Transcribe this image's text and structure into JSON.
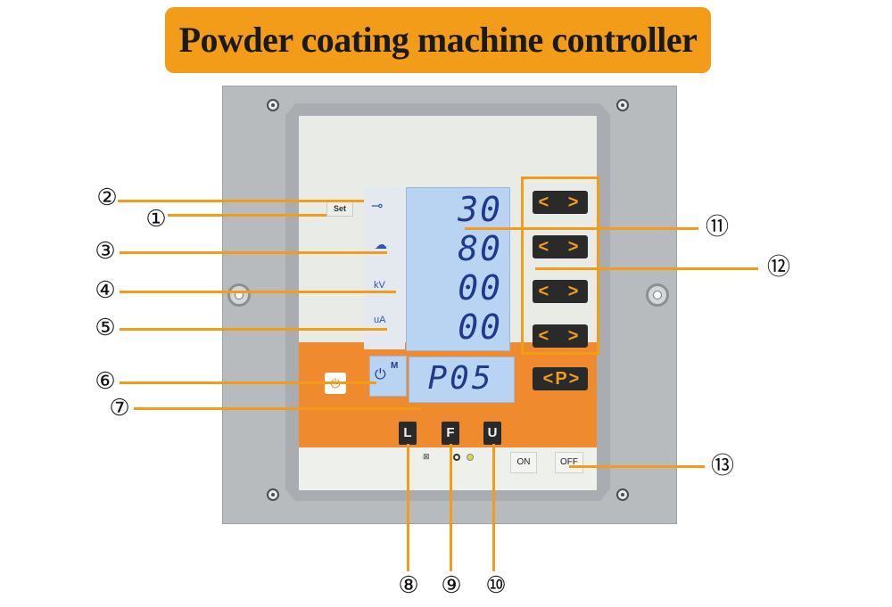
{
  "title": "Powder coating  machine controller",
  "panel": {
    "set_button": "Set",
    "kv_label": "kV",
    "ua_label": "uA",
    "m_label": "M",
    "lcd_rows": [
      "30",
      "80",
      "00",
      "00"
    ],
    "lcd_mode": "P05",
    "p_button": "<P>",
    "adjust_buttons": [
      "< >",
      "< >",
      "< >",
      "< >"
    ],
    "mode_buttons": [
      "L",
      "F",
      "U"
    ],
    "on_button": "ON",
    "off_button": "OFF"
  },
  "callouts": [
    "②",
    "①",
    "③",
    "④",
    "⑤",
    "⑥",
    "⑦",
    "⑧",
    "⑨",
    "⑩",
    "⑪",
    "⑫",
    "⑬"
  ],
  "colors": {
    "accent": "#f39c1a",
    "lcd": "#b9d3f2",
    "digits": "#1f3a8a",
    "panel_orange": "#ef8a2e"
  }
}
